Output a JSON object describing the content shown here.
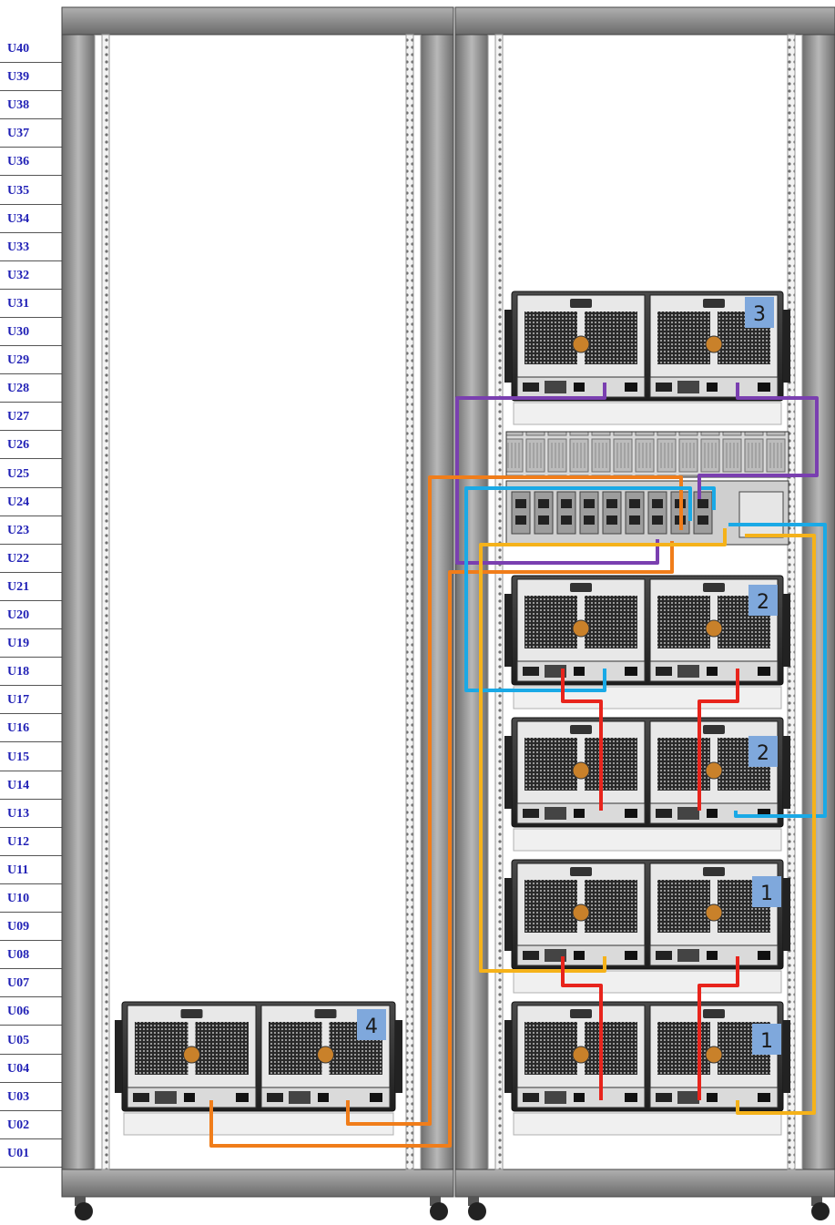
{
  "rack_units": [
    "U40",
    "U39",
    "U38",
    "U37",
    "U36",
    "U35",
    "U34",
    "U33",
    "U32",
    "U31",
    "U30",
    "U29",
    "U28",
    "U27",
    "U26",
    "U25",
    "U24",
    "U23",
    "U22",
    "U21",
    "U20",
    "U19",
    "U18",
    "U17",
    "U16",
    "U15",
    "U14",
    "U13",
    "U12",
    "U11",
    "U10",
    "U09",
    "U08",
    "U07",
    "U06",
    "U05",
    "U04",
    "U03",
    "U02",
    "U01"
  ],
  "enclosures": [
    {
      "id": "enc-a",
      "badge": "3"
    },
    {
      "id": "enc-b",
      "badge": "2"
    },
    {
      "id": "enc-c",
      "badge": "2"
    },
    {
      "id": "enc-d",
      "badge": "1"
    },
    {
      "id": "enc-e",
      "badge": "1"
    },
    {
      "id": "enc-f",
      "badge": "4"
    }
  ],
  "colors": {
    "unit_label": "#1f1fb5",
    "badge_fill": "#7fa8dc",
    "cable_purple": "#7a3fb0",
    "cable_orange": "#f07d1a",
    "cable_blue": "#1aa9e6",
    "cable_yellow": "#f5b21a",
    "cable_red": "#e8241c",
    "rack_frame": "#8a8a8a"
  }
}
